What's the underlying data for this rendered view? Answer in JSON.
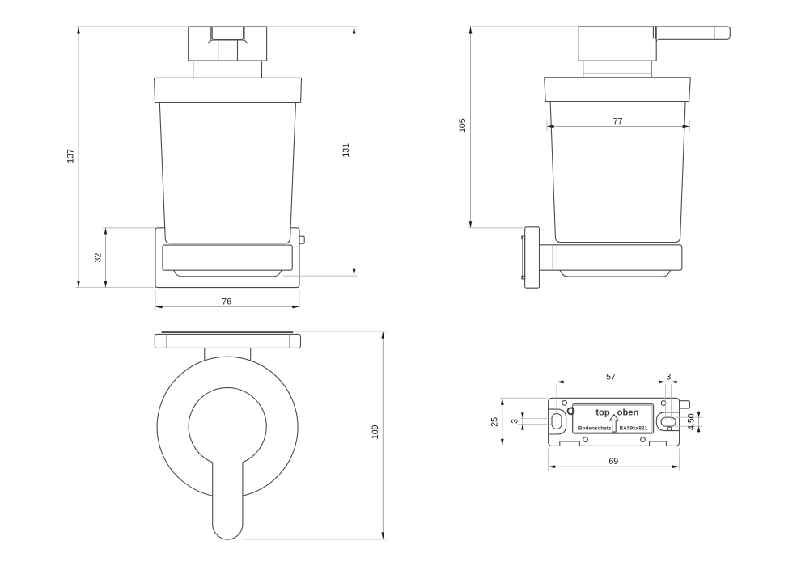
{
  "document": {
    "type": "technical-drawing",
    "subject": "wall-mounted soap dispenser",
    "background": "#ffffff"
  },
  "dims": {
    "front": {
      "total_height": "137",
      "body_height": "131",
      "bracket_height": "32",
      "bracket_width": "76"
    },
    "side": {
      "mount_height": "105",
      "glass_width": "77"
    },
    "top": {
      "depth": "109"
    },
    "plate": {
      "hole_spacing": "57",
      "slot_straight_top": "3",
      "plate_height": "25",
      "slot_straight_left": "3",
      "slot_width": "4.50",
      "plate_width": "69"
    }
  },
  "plate_label": {
    "word_left": "top",
    "word_right": "oben",
    "brand": "Bodenschatz",
    "model": "BA59xx821"
  },
  "colors": {
    "object_line": "#4a4a4f",
    "dimension_line": "#98989c",
    "extension_line": "#b6b6ba",
    "arrow_and_text": "#1a1a1c"
  }
}
